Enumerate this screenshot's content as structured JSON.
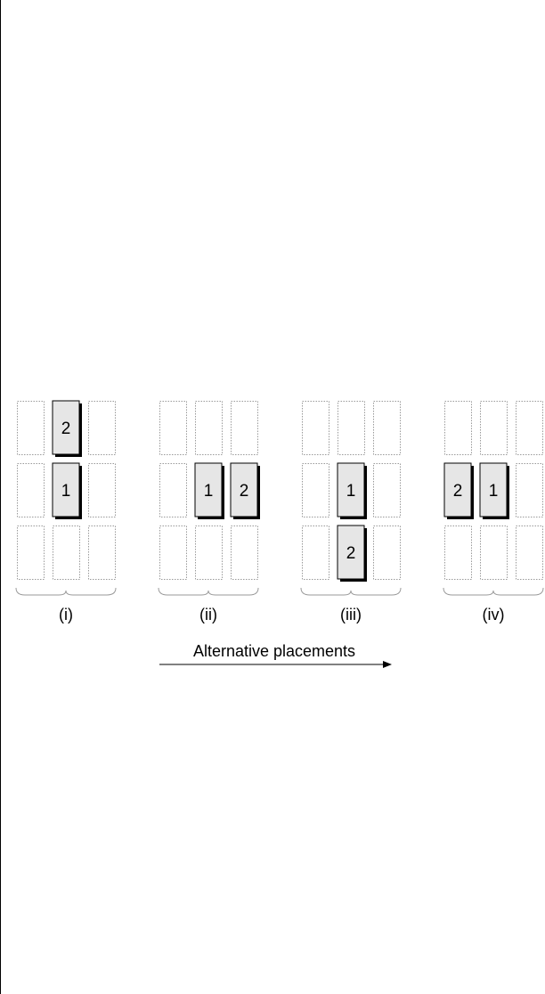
{
  "diagram": {
    "colors": {
      "empty_slot_stroke": "#9a9a9a",
      "filled_slot_fill": "#e6e6e6",
      "filled_slot_stroke": "#000000",
      "shadow": "#000000",
      "brace": "#9a9a9a",
      "arrow": "#000000"
    },
    "grid": {
      "rows": 3,
      "cols": 3
    },
    "panels": [
      {
        "label": "(i)",
        "placements": [
          {
            "label": "2",
            "row": 0,
            "col": 1
          },
          {
            "label": "1",
            "row": 1,
            "col": 1
          }
        ]
      },
      {
        "label": "(ii)",
        "placements": [
          {
            "label": "1",
            "row": 1,
            "col": 1
          },
          {
            "label": "2",
            "row": 1,
            "col": 2
          }
        ]
      },
      {
        "label": "(iii)",
        "placements": [
          {
            "label": "1",
            "row": 1,
            "col": 1
          },
          {
            "label": "2",
            "row": 2,
            "col": 1
          }
        ]
      },
      {
        "label": "(iv)",
        "placements": [
          {
            "label": "2",
            "row": 1,
            "col": 0
          },
          {
            "label": "1",
            "row": 1,
            "col": 1
          }
        ]
      }
    ],
    "arrow": {
      "label": "Alternative placements",
      "direction": "right"
    }
  }
}
